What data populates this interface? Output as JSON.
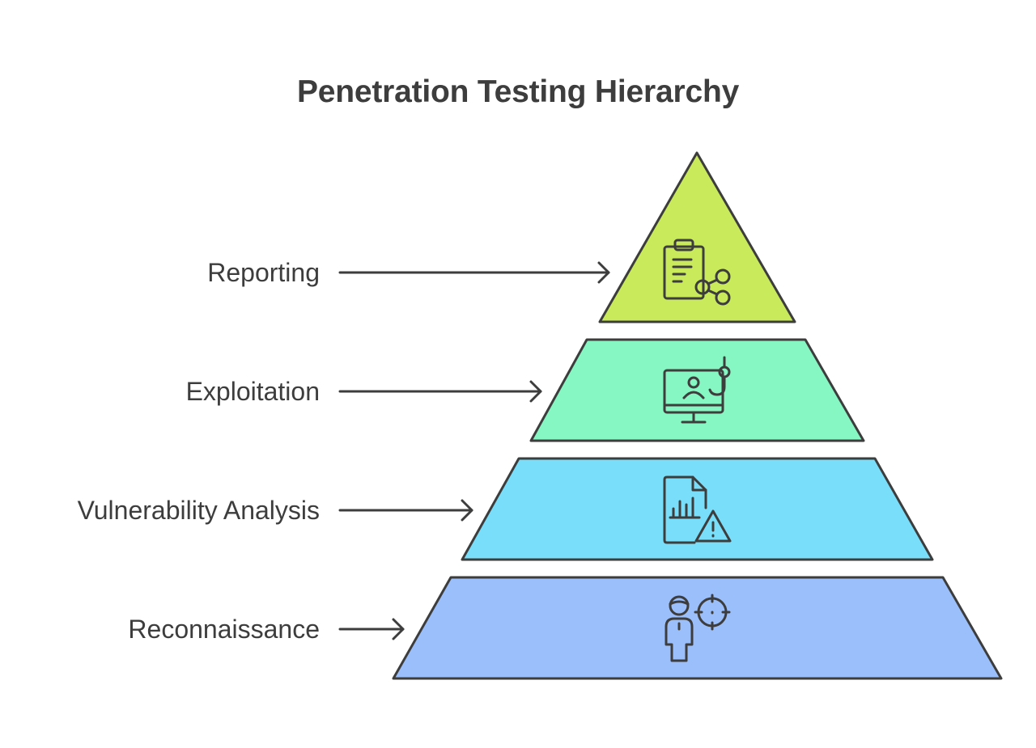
{
  "title": "Penetration Testing Hierarchy",
  "levels": [
    {
      "label": "Reporting",
      "color": "#c9ea5a",
      "icon": "clipboard-share-icon"
    },
    {
      "label": "Exploitation",
      "color": "#86f7c2",
      "icon": "monitor-user-hook-icon"
    },
    {
      "label": "Vulnerability Analysis",
      "color": "#79def9",
      "icon": "document-chart-warning-icon"
    },
    {
      "label": "Reconnaissance",
      "color": "#9bbffa",
      "icon": "person-target-icon"
    }
  ],
  "stroke_color": "#3d3d3d"
}
